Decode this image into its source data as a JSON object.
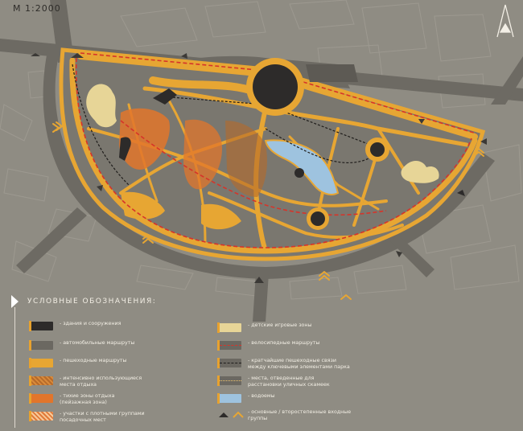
{
  "scale_label": "М 1:2000",
  "compass_icon": "north-arrow-icon",
  "colors": {
    "background": "#8f8c83",
    "street": "#6d6a63",
    "building_outline": "#a19d94",
    "pedestrian": "#e7a633",
    "bike": "#d6342a",
    "water": "#9ec3df",
    "playground": "#e7d597",
    "building": "#2d2b2a"
  },
  "legend": {
    "title": "УСЛОВНЫЕ  ОБОЗНАЧЕНИЯ:",
    "left": [
      {
        "id": "buildings",
        "label": "- здания  и  сооружения",
        "swatch": "building"
      },
      {
        "id": "car",
        "label": "- автомобильные  маршруты",
        "swatch": "car"
      },
      {
        "id": "ped",
        "label": "- пешеходные  маршруты",
        "swatch": "ped"
      },
      {
        "id": "intense",
        "label": "- интенсивно  использующиеся\n  места  отдыха",
        "swatch": "intense"
      },
      {
        "id": "quiet",
        "label": "- тихие  зоны  отдыха\n  (пейзажная  зона)",
        "swatch": "quiet"
      },
      {
        "id": "seating",
        "label": "- участки  с  плотными  группами\n  посадочных  мест",
        "swatch": "seat"
      }
    ],
    "right": [
      {
        "id": "kids",
        "label": "- детские  игровые  зоны",
        "swatch": "kids"
      },
      {
        "id": "bike",
        "label": "- велосипедные  маршруты",
        "swatch": "bike"
      },
      {
        "id": "short",
        "label": "- кратчайшие  пешеходные  связи\n  между  ключевыми  элементами  парка",
        "swatch": "short"
      },
      {
        "id": "benches",
        "label": "- места,  отведенные  для\n  расстановки  уличных  скамеек",
        "swatch": "benches"
      },
      {
        "id": "water",
        "label": "- водоемы",
        "swatch": "water"
      },
      {
        "id": "entries",
        "label": "- основные / второстепенные  входные\n  группы",
        "swatch": "chevrons"
      }
    ]
  }
}
